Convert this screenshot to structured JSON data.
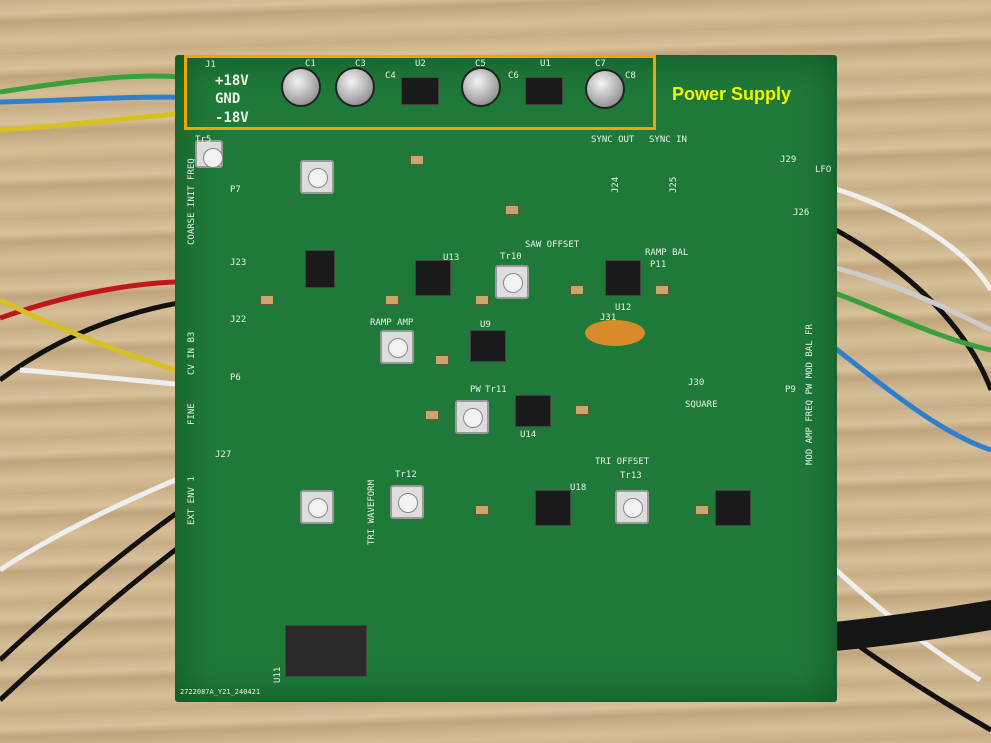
{
  "annotation": {
    "label": "Power Supply",
    "color": "#f0a500",
    "text_color": "#f5f500"
  },
  "silkscreen": {
    "j1": "J1",
    "p18": "+18V",
    "gnd": "GND",
    "m18": "-18V",
    "c1": "C1",
    "c3": "C3",
    "c4": "C4",
    "u2": "U2",
    "c5": "C5",
    "c6": "C6",
    "u1": "U1",
    "c7": "C7",
    "c8": "C8",
    "sync_out": "SYNC OUT",
    "sync_in": "SYNC IN",
    "j24": "J24",
    "j25": "J25",
    "j29": "J29",
    "lfo": "LFO",
    "j26": "J26",
    "ramp_bal": "RAMP BAL",
    "p11": "P11",
    "saw_offset": "SAW OFFSET",
    "tr10": "Tr10",
    "u13": "U13",
    "u12": "U12",
    "ramp_amp": "RAMP AMP",
    "u9": "U9",
    "j31": "J31",
    "pw": "PW",
    "tr11": "Tr11",
    "u14": "U14",
    "j30": "J30",
    "square": "SQUARE",
    "tri_offset": "TRI OFFSET",
    "tr13": "Tr13",
    "tr12": "Tr12",
    "u18": "U18",
    "tri_waveform": "TRI WAVEFORM",
    "coarse": "COARSE INIT FREQ",
    "p7": "P7",
    "j23": "J23",
    "j22": "J22",
    "cv_in": "CV IN B3",
    "p6": "P6",
    "fine": "FINE",
    "j27": "J27",
    "env1": "EXT ENV 1",
    "p9": "P9",
    "mod": "MOD AMP FREQ PW MOD BAL FR",
    "u11": "U11",
    "tr5": "Tr5",
    "board_id": "2722087A_Y21_240421"
  }
}
